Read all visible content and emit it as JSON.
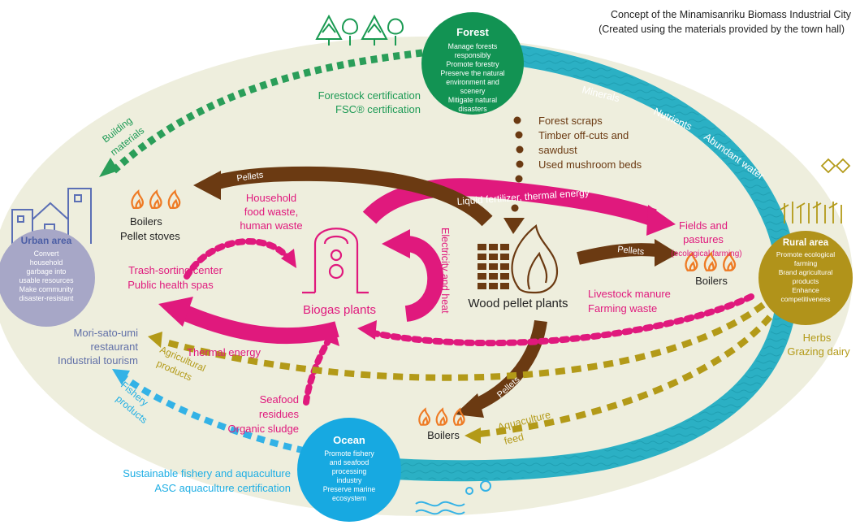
{
  "header": {
    "title": "Concept of the Minamisanriku Biomass Industrial City",
    "subtitle": "(Created using the materials provided by the town hall)"
  },
  "nodes": {
    "forest": {
      "title": "Forest",
      "lines": [
        "Manage forests",
        "responsibly",
        "Promote forestry",
        "Preserve the natural",
        "environment and",
        "scenery",
        "Mitigate natural",
        "disasters"
      ]
    },
    "urban": {
      "title": "Urban area",
      "lines": [
        "Convert",
        "household",
        "garbage into",
        "usable resources",
        "Make community",
        "disaster-resistant"
      ]
    },
    "rural": {
      "title": "Rural area",
      "lines": [
        "Promote ecological",
        "farming",
        "Brand agricultural",
        "products",
        "Enhance",
        "competitiveness"
      ]
    },
    "ocean": {
      "title": "Ocean",
      "lines": [
        "Promote fishery",
        "and seafood",
        "processing",
        "industry",
        "Preserve marine",
        "ecosystem"
      ]
    },
    "biogas": {
      "label": "Biogas plants"
    },
    "wood": {
      "label": "Wood pellet plants"
    }
  },
  "labels": {
    "forest_cert": [
      "Forestock certification",
      "FSC® certification"
    ],
    "building_materials": [
      "Building",
      "materials"
    ],
    "forest_scraps": [
      "Forest scraps",
      "Timber off-cuts and",
      "sawdust",
      "Used mushroom beds"
    ],
    "river": [
      "Minerals",
      "Nutrients",
      "Abundant water"
    ],
    "pellets_urban": "Pellets",
    "pellets_rural": "Pellets",
    "pellets_ocean": "Pellets",
    "liquid_fert": "Liquid fertilizer, thermal energy",
    "boilers_urban": [
      "Boilers",
      "Pellet stoves"
    ],
    "household": [
      "Household",
      "food waste,",
      "human waste"
    ],
    "fields": [
      "Fields and",
      "pastures"
    ],
    "ecological": "(ecological farming)",
    "boilers_rural": "Boilers",
    "electricity": "Electricity and heat",
    "trash": [
      "Trash-sorting center",
      "Public health spas"
    ],
    "livestock": [
      "Livestock manure",
      "Farming waste"
    ],
    "mori": [
      "Mori-sato-umi",
      "restaurant",
      "Industrial tourism"
    ],
    "thermal": "Thermal energy",
    "herbs": [
      "Herbs",
      "Grazing dairy"
    ],
    "agri_products": [
      "Agricultural",
      "products"
    ],
    "fishery_products": [
      "Fishery",
      "products"
    ],
    "seafood": [
      "Seafood",
      "residues",
      "Organic sludge"
    ],
    "boilers_ocean": "Boilers",
    "aquaculture": [
      "Aquaculture",
      "feed"
    ],
    "sustainable": [
      "Sustainable fishery and aquaculture",
      "ASC aquaculture certification"
    ]
  },
  "colors": {
    "background_oval": "#eeeedd",
    "forest": "#129353",
    "urban": "#a7a7c7",
    "rural": "#b1931a",
    "ocean": "#17a9e1",
    "river": "#2bb0c4",
    "pellet_arrow": "#6b3a12",
    "pink": "#e0197d",
    "flame": "#ee7b25",
    "gold": "#b39a18",
    "blue": "#33b2e6"
  },
  "icons": [
    "tree-icon",
    "building-icon",
    "flame-icon",
    "biogas-icon",
    "pellet-icon",
    "crop-icon",
    "wave-icon"
  ]
}
